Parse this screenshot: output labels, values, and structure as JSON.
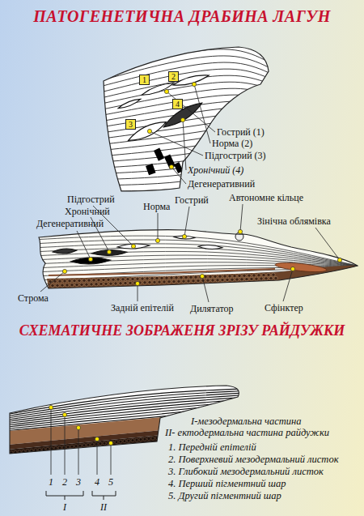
{
  "diagram": {
    "title": "ПАТОГЕНЕТИЧНА ДРАБИНА ЛАГУН",
    "nodes": [
      {
        "text": [
          "1"
        ]
      },
      {
        "text": [
          "2"
        ]
      },
      {
        "text": [
          "4"
        ]
      },
      {
        "text": [
          "3"
        ]
      }
    ],
    "labels": [
      "СХЕМАТИЧНЕ ЗОБРАЖЕНЯ ЗРІЗУ РАЙДУЖКИ",
      "Гострий (1)",
      "Норма (2)",
      "Підгострий (3)",
      "Хронічний (4)",
      "Дегенеративний",
      "Підгострий",
      "Гострий",
      "Автономне кільце",
      "Хронічний",
      "Норма",
      "Дегенеративний",
      "Зінічна облямівка",
      "Строма",
      "Задній епітелій",
      "Дилятатор",
      "Сфінктер",
      "I-мезодермальна частина",
      "II- ектодермальна частина райдужки",
      "1. Передній епітелій",
      "2. Поверхневий мезодермальний листок",
      "3. Глибокий мезодермальний листок",
      "4. Перший пігментний шар",
      "5. Другий пігментний шар",
      "1",
      "2",
      "3",
      "4",
      "5",
      "I",
      "II"
    ]
  }
}
